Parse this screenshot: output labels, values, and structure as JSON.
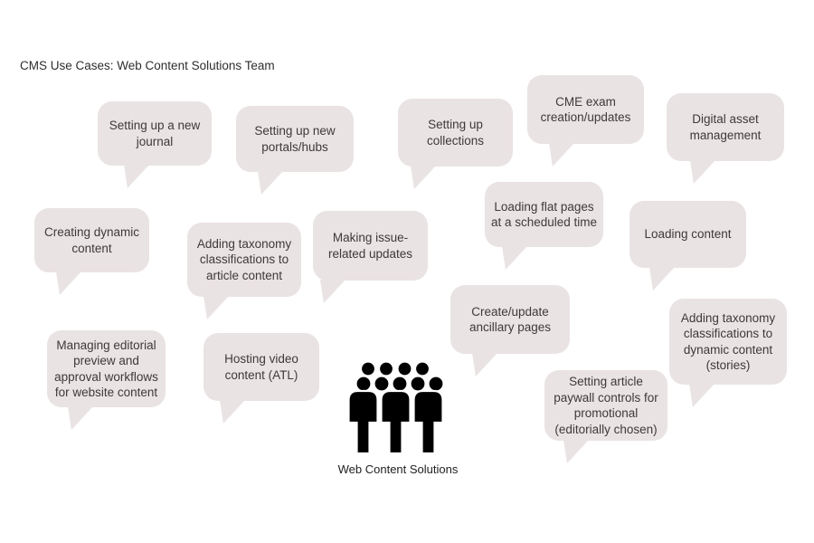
{
  "title": "CMS Use Cases: Web Content Solutions Team",
  "colors": {
    "background": "#FFFFFF",
    "bubble_fill": "#EAE3E3",
    "bubble_text": "#3D3A3A",
    "icon": "#000000"
  },
  "center": {
    "icon": "people-group-icon",
    "label": "Web Content Solutions"
  },
  "bubbles": [
    {
      "label": "Setting up a new\njournal"
    },
    {
      "label": "Setting up new\nportals/hubs"
    },
    {
      "label": "Setting up\ncollections"
    },
    {
      "label": "CME exam\ncreation/updates"
    },
    {
      "label": "Digital asset\nmanagement"
    },
    {
      "label": "Creating dynamic\ncontent"
    },
    {
      "label": "Adding taxonomy\nclassifications to\narticle content"
    },
    {
      "label": "Making issue-\nrelated updates"
    },
    {
      "label": "Loading flat pages\nat a scheduled time"
    },
    {
      "label": "Loading content"
    },
    {
      "label": "Managing editorial\npreview and\napproval workflows\nfor website content"
    },
    {
      "label": "Hosting video\ncontent (ATL)"
    },
    {
      "label": "Create/update\nancillary pages"
    },
    {
      "label": "Adding taxonomy\nclassifications to\ndynamic content\n(stories)"
    },
    {
      "label": "Setting article\npaywall controls for\npromotional\n(editorially chosen)"
    }
  ]
}
